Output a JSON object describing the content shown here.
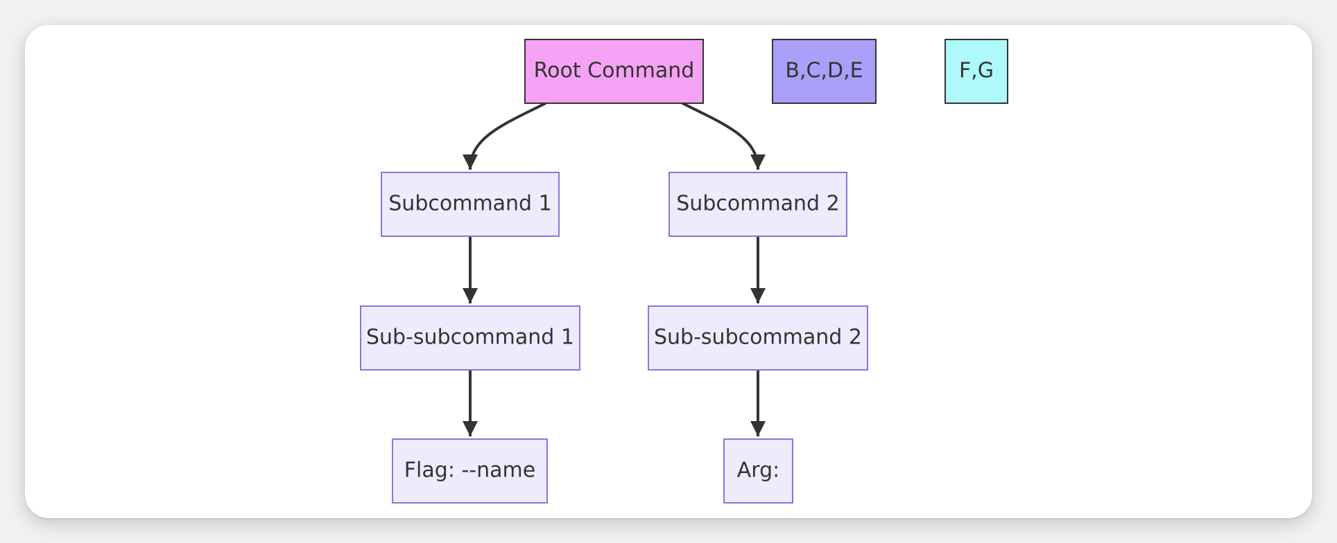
{
  "nodes": {
    "root": {
      "label": "Root Command",
      "fill": "#f4a3f4",
      "stroke": "#333333"
    },
    "legend_bcde": {
      "label": "B,C,D,E",
      "fill": "#aa9ff9",
      "stroke": "#333333"
    },
    "legend_fg": {
      "label": "F,G",
      "fill": "#aef9fa",
      "stroke": "#333333"
    },
    "sub1": {
      "label": "Subcommand 1",
      "fill": "#ececfd",
      "stroke": "#9370db"
    },
    "sub2": {
      "label": "Subcommand 2",
      "fill": "#ececfd",
      "stroke": "#9370db"
    },
    "subsub1": {
      "label": "Sub-subcommand 1",
      "fill": "#ececfd",
      "stroke": "#9370db"
    },
    "subsub2": {
      "label": "Sub-subcommand 2",
      "fill": "#ececfd",
      "stroke": "#9370db"
    },
    "flag": {
      "label": "Flag: --name",
      "fill": "#ececfd",
      "stroke": "#9370db"
    },
    "arg": {
      "label": "Arg:",
      "fill": "#ececfd",
      "stroke": "#9370db"
    }
  },
  "edges": [
    {
      "from": "root",
      "to": "sub1"
    },
    {
      "from": "root",
      "to": "sub2"
    },
    {
      "from": "sub1",
      "to": "subsub1"
    },
    {
      "from": "sub2",
      "to": "subsub2"
    },
    {
      "from": "subsub1",
      "to": "flag"
    },
    {
      "from": "subsub2",
      "to": "arg"
    }
  ]
}
